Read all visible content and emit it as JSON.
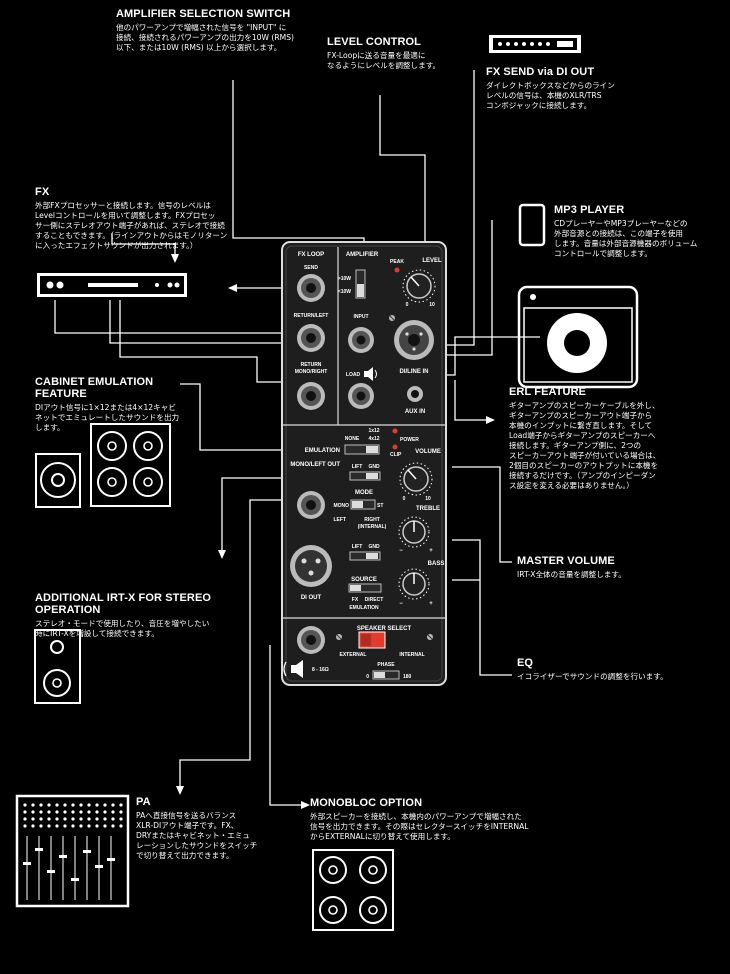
{
  "annotations": {
    "amp_select": {
      "title": "AMPLIFIER SELECTION SWITCH",
      "body": "他のパワーアンプで増幅された信号を \"INPUT\" に\n接続、接続されるパワーアンプの出力を10W (RMS)\n以下、または10W (RMS) 以上から選択します。"
    },
    "level_control": {
      "title": "LEVEL CONTROL",
      "body": "FX-Loopに送る音量を最適に\nなるようにレベルを調整します。"
    },
    "fx_send": {
      "title": "FX SEND via DI OUT",
      "body": "ダイレクトボックスなどからのライン\nレベルの信号は、本機のXLR/TRS\nコンボジャックに接続します。"
    },
    "fx": {
      "title": "FX",
      "body": "外部FXプロセッサーと接続します。信号のレベルは\nLevelコントロールを用いて調整します。FXプロセッ\nサー側にステレオアウト端子があれば、ステレオで接続\nすることもできます。（ラインアウトからはモノリターン\nに入ったエフェクトサウンドが出力されます。）"
    },
    "mp3": {
      "title": "MP3 PLAYER",
      "body": "CDプレーヤーやMP3プレーヤーなどの\n外部音源との接続は、この端子を使用\nします。音量は外部音源機器のボリューム\nコントロールで調整します。"
    },
    "cab_emu": {
      "title": "CABINET EMULATION FEATURE",
      "body": "DIアウト信号に1×12または4×12キャビ\nネットでエミュレートしたサウンドを出力\nします。"
    },
    "erl": {
      "title": "ERL FEATURE",
      "body": "ギターアンプのスピーカーケーブルを外し、\nギターアンプのスピーカーアウト端子から\n本機のインプットに繋ぎ直します。そして\nLoad端子からギターアンプのスピーカーへ\n接続します。ギターアンプ側に、2つの\nスピーカーアウト端子が付いている場合は、\n2個目のスピーカーのアウトプットに本機を\n接続するだけです。（アンプのインピーダン\nス設定を変える必要はありません。）"
    },
    "master": {
      "title": "MASTER VOLUME",
      "body": "IRT-X全体の音量を調整します。"
    },
    "eq": {
      "title": "EQ",
      "body": "イコライザーでサウンドの調整を行います。"
    },
    "irtx": {
      "title": "ADDITIONAL IRT-X FOR STEREO OPERATION",
      "body": "ステレオ・モードで使用したり、音圧を増やしたい\n時にIRT-Xを増設して接続できます。"
    },
    "pa": {
      "title": "PA",
      "body": "PAへ直接信号を送るバランス\nXLR-DIアウト端子です。FX、\nDRYまたはキャビネット・エミュ\nレーションしたサウンドをスイッチ\nで切り替えて出力できます。"
    },
    "monobloc": {
      "title": "MONOBLOC OPTION",
      "body": "外部スピーカーを接続し、本機内のパワーアンプで増幅された\n信号を出力できます。その際はセレクタースイッチをINTERNAL\nからEXTERNALに切り替えて使用します。"
    }
  },
  "panel": {
    "fx_loop": "FX LOOP",
    "send": "SEND",
    "return_left": "RETURN/LEFT",
    "return_mono_right": "RETURN\nMONO/RIGHT",
    "amplifier": "AMPLIFIER",
    "gt10w": ">10W",
    "lt10w": "<10W",
    "peak": "PEAK",
    "level": "LEVEL",
    "input": "INPUT",
    "load": "LOAD",
    "di_line_in": "DI/LINE IN",
    "aux_in": "AUX IN",
    "emulation": "EMULATION",
    "emu_1x12": "1x12",
    "emu_none": "NONE",
    "emu_4x12": "4x12",
    "power": "POWER",
    "clip": "CLIP",
    "volume": "VOLUME",
    "mono_left_out": "MONO/LEFT OUT",
    "lift": "LIFT",
    "gnd": "GND",
    "mode": "MODE",
    "mode_mono": "MONO",
    "mode_st": "ST",
    "left": "LEFT",
    "right_internal": "RIGHT\n(INTERNAL)",
    "treble": "TREBLE",
    "bass": "BASS",
    "di_out": "DI OUT",
    "source": "SOURCE",
    "fx": "FX",
    "direct": "DIRECT",
    "emulation_small": "EMULATION",
    "speaker_select": "SPEAKER  SELECT",
    "external": "EXTERNAL",
    "internal": "INTERNAL",
    "phase": "PHASE",
    "phase_0": "0",
    "phase_180": "180",
    "impedance": "8 - 16Ω",
    "knob_zero": "0",
    "knob_ten": "10",
    "minus": "−",
    "plus": "+"
  },
  "colors": {
    "accent_red": "#e23b2e",
    "background": "#000000",
    "panel": "#1e1e1e"
  }
}
